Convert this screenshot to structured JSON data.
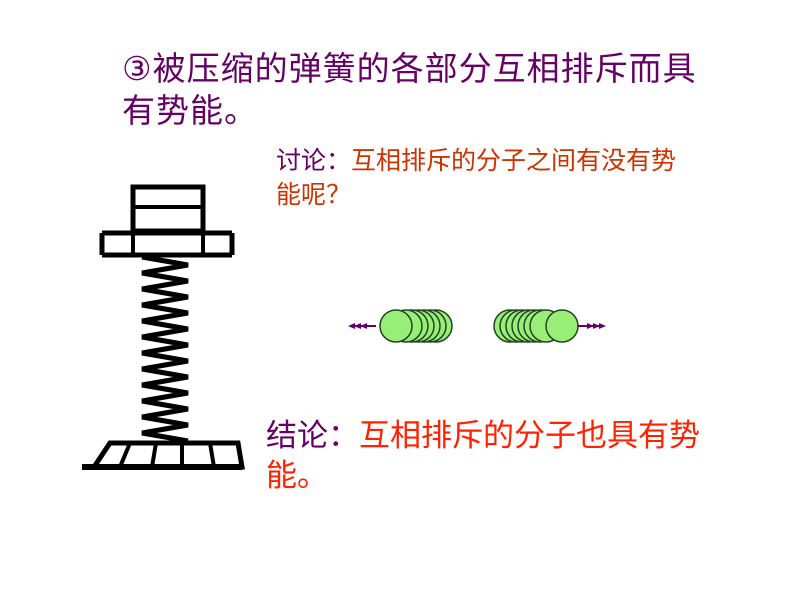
{
  "title": {
    "marker": "③被",
    "text": "压缩的弹簧的各部分互相排斥而具有势能。"
  },
  "discussion": {
    "label": "讨论：",
    "text": "互相排斥的分子之间有没有势能呢？"
  },
  "conclusion": {
    "label": "结论：",
    "text": "互相排斥的分子也具有势能。"
  },
  "colors": {
    "title": "#660066",
    "discussion_text": "#cc3300",
    "conclusion_text": "#ff2200",
    "molecule_fill": "#99ee77",
    "arrow": "#660066"
  },
  "icons": {
    "spring": "compressed-spring-figure",
    "molecules": "repelling-molecules-figure"
  }
}
